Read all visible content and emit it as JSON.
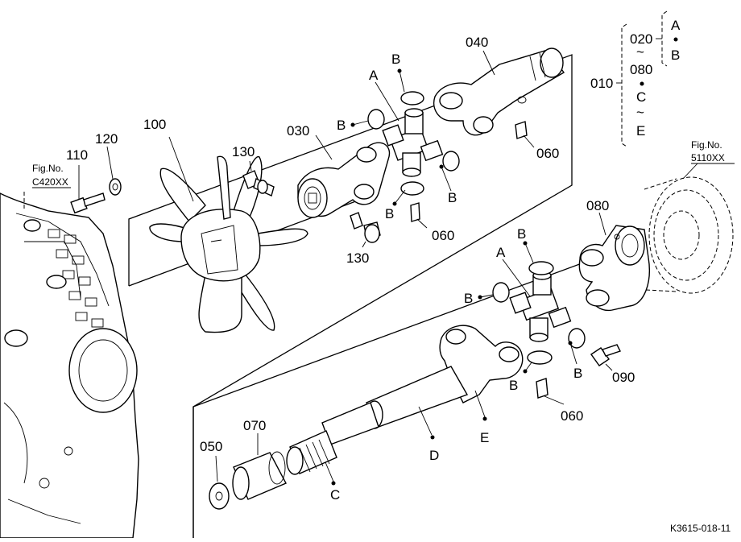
{
  "parts": {
    "p010": "010",
    "p020": "020",
    "p030": "030",
    "p040": "040",
    "p050": "050",
    "p060": "060",
    "p070": "070",
    "p080": "080",
    "p090": "090",
    "p100": "100",
    "p110": "110",
    "p120": "120",
    "p130": "130"
  },
  "letters": {
    "a": "A",
    "b": "B",
    "c": "C",
    "d": "D",
    "e": "E"
  },
  "legend": {
    "tilde": "~",
    "bullet": "•"
  },
  "refs": {
    "left_label": "Fig.No.",
    "left_code": "C420XX",
    "right_label": "Fig.No.",
    "right_code": "5110XX"
  },
  "figure_code": "K3615-018-11"
}
